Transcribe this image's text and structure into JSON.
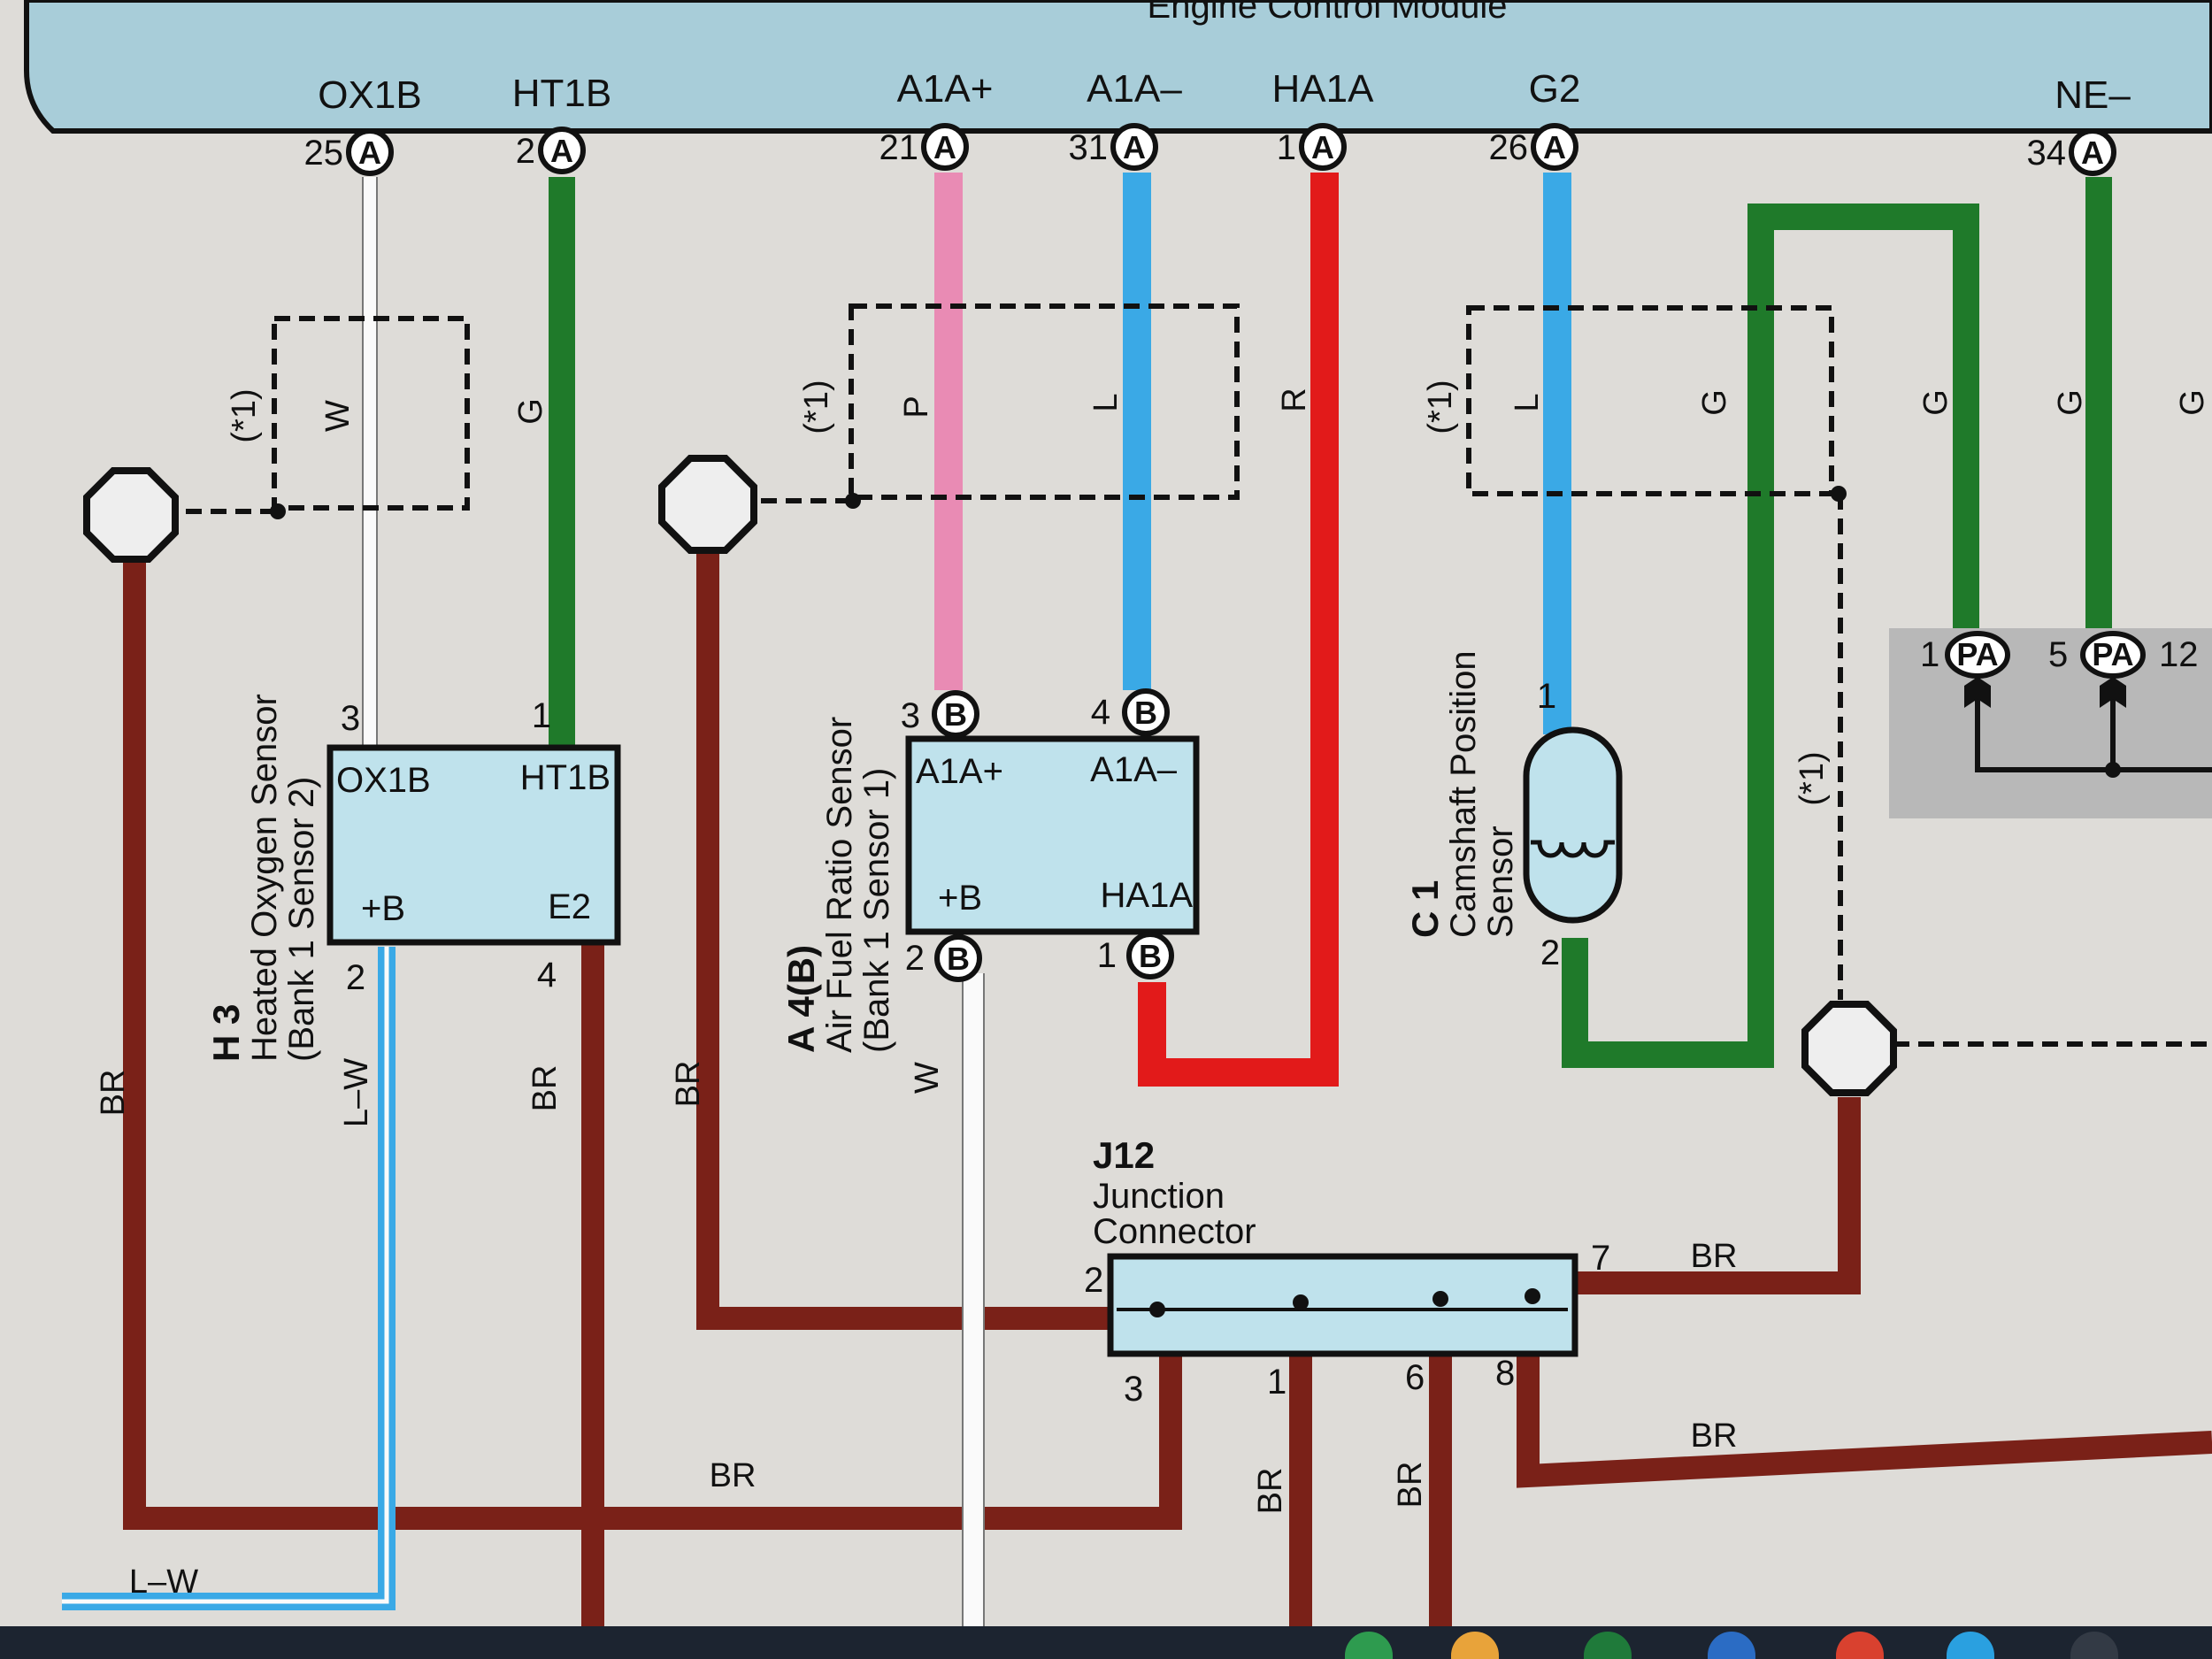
{
  "ecm": {
    "title": "Engine Control Module",
    "pins": [
      {
        "name": "OX1B",
        "num": "25",
        "conn": "A"
      },
      {
        "name": "HT1B",
        "num": "2",
        "conn": "A"
      },
      {
        "name": "A1A+",
        "num": "21",
        "conn": "A"
      },
      {
        "name": "A1A–",
        "num": "31",
        "conn": "A"
      },
      {
        "name": "HA1A",
        "num": "1",
        "conn": "A"
      },
      {
        "name": "G2",
        "num": "26",
        "conn": "A"
      },
      {
        "name": "NE–",
        "num": "34",
        "conn": "A"
      }
    ]
  },
  "colors": {
    "brown": "#7a2118",
    "green": "#1f7a2a",
    "blue": "#3aa9e6",
    "pink": "#e98bb4",
    "red": "#e21a1a",
    "component_fill": "#bfe2ec",
    "ecm_fill": "#a8cdd9"
  },
  "wire_labels": {
    "w": "W",
    "g": "G",
    "p": "P",
    "l": "L",
    "r": "R",
    "br": "BR",
    "lw": "L–W",
    "star1": "(*1)"
  },
  "h3": {
    "code": "H 3",
    "name": "Heated Oxygen Sensor",
    "sub": "(Bank 1 Sensor 2)",
    "pin_ox1b": "OX1B",
    "pin_ht1b": "HT1B",
    "pin_b": "+B",
    "pin_e2": "E2",
    "n3": "3",
    "n1": "1",
    "n2": "2",
    "n4": "4"
  },
  "a4": {
    "code": "A 4(B)",
    "name": "Air Fuel Ratio Sensor",
    "sub": "(Bank 1 Sensor 1)",
    "pin_a1ap": "A1A+",
    "pin_a1am": "A1A–",
    "pin_b": "+B",
    "pin_ha1a": "HA1A",
    "n3": "3",
    "n4": "4",
    "n2": "2",
    "n1": "1",
    "conn": "B"
  },
  "c1": {
    "code": "C 1",
    "name": "Camshaft Position",
    "sub": "Sensor",
    "n1": "1",
    "n2": "2"
  },
  "j12": {
    "code": "J12",
    "name": "Junction",
    "sub": "Connector",
    "n2": "2",
    "n3": "3",
    "n1": "1",
    "n6": "6",
    "n8": "8",
    "n7": "7"
  },
  "pa": {
    "conn": "PA",
    "n1": "1",
    "n5": "5",
    "n12": "12"
  }
}
